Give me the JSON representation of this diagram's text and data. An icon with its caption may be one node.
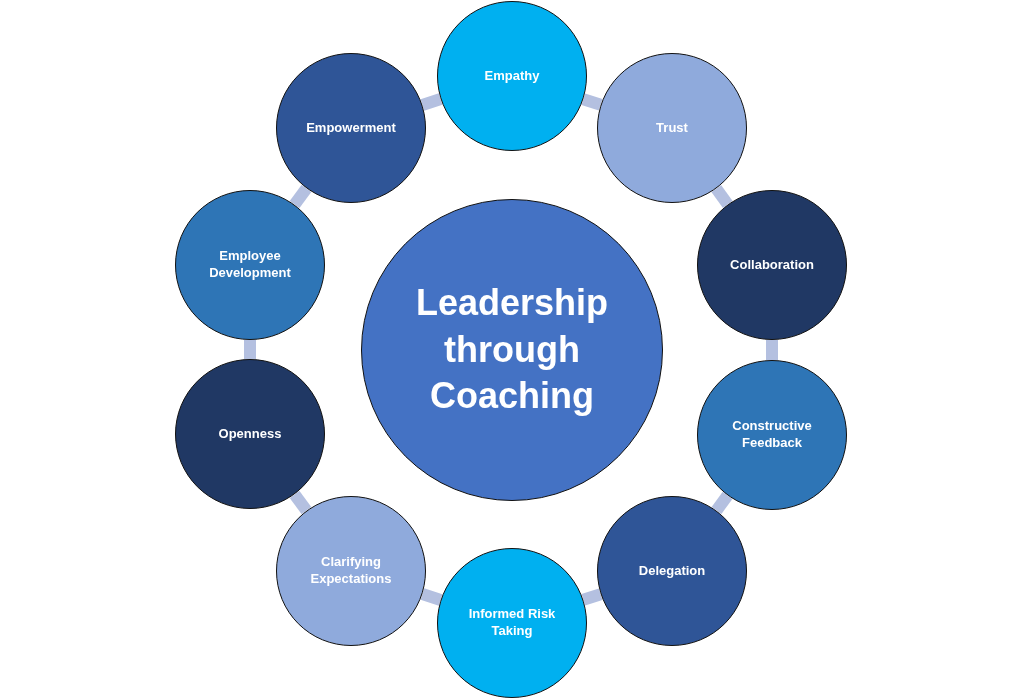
{
  "diagram": {
    "nodes": [
      {
        "text": [
          "Leadership through Coaching"
        ]
      },
      {
        "text": [
          "Empathy"
        ]
      },
      {
        "text": [
          "Trust"
        ]
      },
      {
        "text": [
          "Collaboration"
        ]
      },
      {
        "text": [
          "Constructive Feedback"
        ]
      },
      {
        "text": [
          "Delegation"
        ]
      },
      {
        "text": [
          "Informed Risk Taking"
        ]
      },
      {
        "text": [
          "Clarifying Expectations"
        ]
      },
      {
        "text": [
          "Openness"
        ]
      },
      {
        "text": [
          "Employee Development"
        ]
      },
      {
        "text": [
          "Empowerment"
        ]
      }
    ],
    "edges": [
      {
        "from": 1,
        "to": 2,
        "arrow": "none"
      },
      {
        "from": 2,
        "to": 3,
        "arrow": "none"
      },
      {
        "from": 3,
        "to": 4,
        "arrow": "none"
      },
      {
        "from": 4,
        "to": 5,
        "arrow": "none"
      },
      {
        "from": 5,
        "to": 6,
        "arrow": "none"
      },
      {
        "from": 6,
        "to": 7,
        "arrow": "none"
      },
      {
        "from": 7,
        "to": 8,
        "arrow": "none"
      },
      {
        "from": 8,
        "to": 9,
        "arrow": "none"
      },
      {
        "from": 9,
        "to": 10,
        "arrow": "none"
      },
      {
        "from": 10,
        "to": 1,
        "arrow": "none"
      }
    ]
  }
}
